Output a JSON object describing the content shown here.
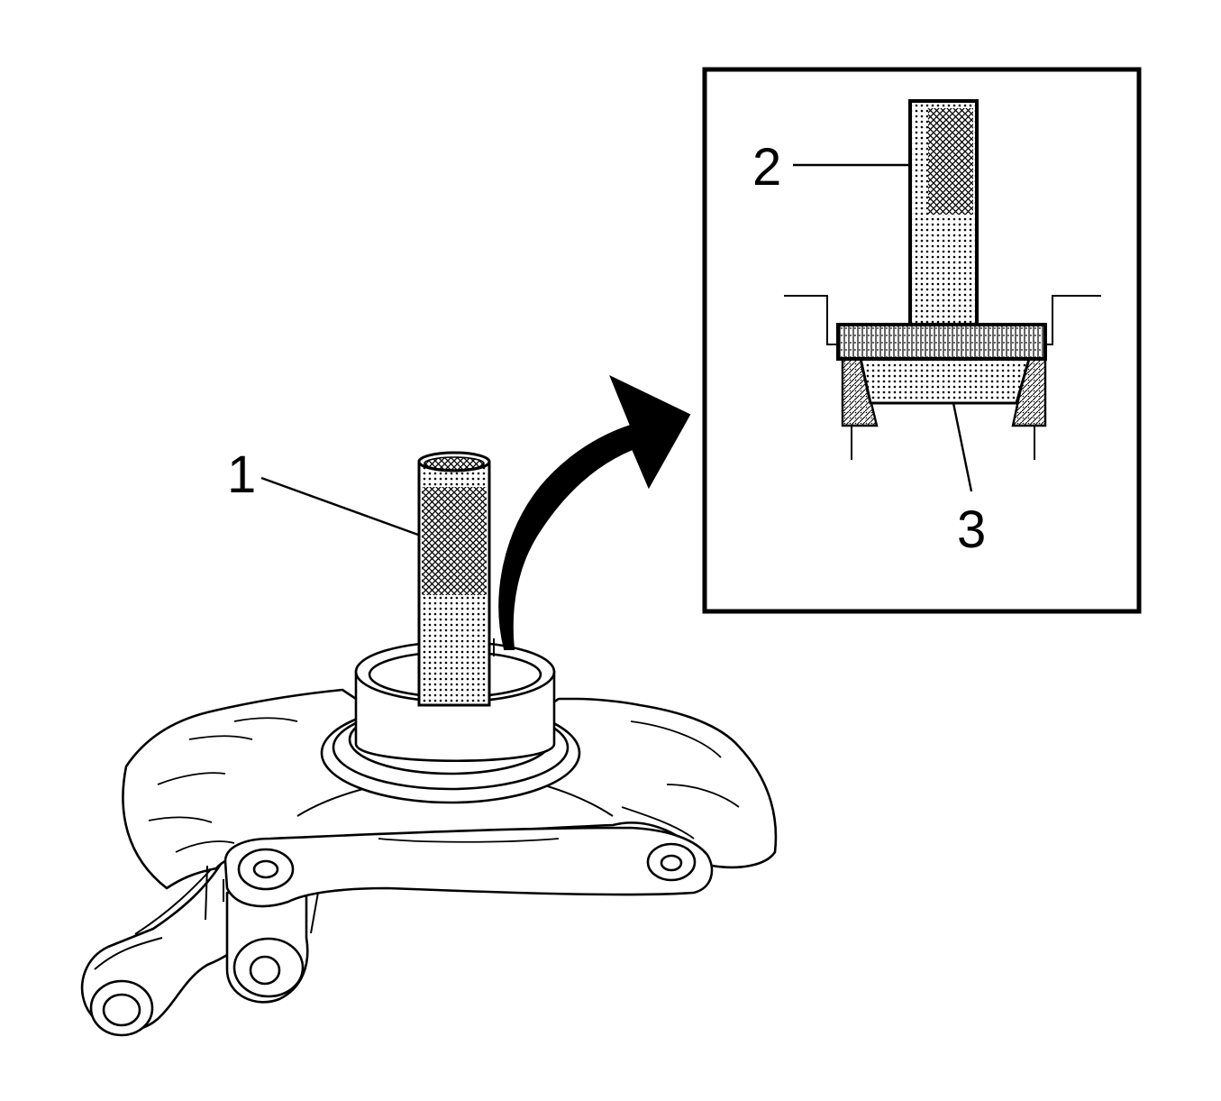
{
  "callouts": {
    "c1": "1",
    "c2": "2",
    "c3": "3"
  },
  "colors": {
    "ink": "#000000",
    "paper": "#ffffff",
    "shade": "#d6d6d6"
  }
}
